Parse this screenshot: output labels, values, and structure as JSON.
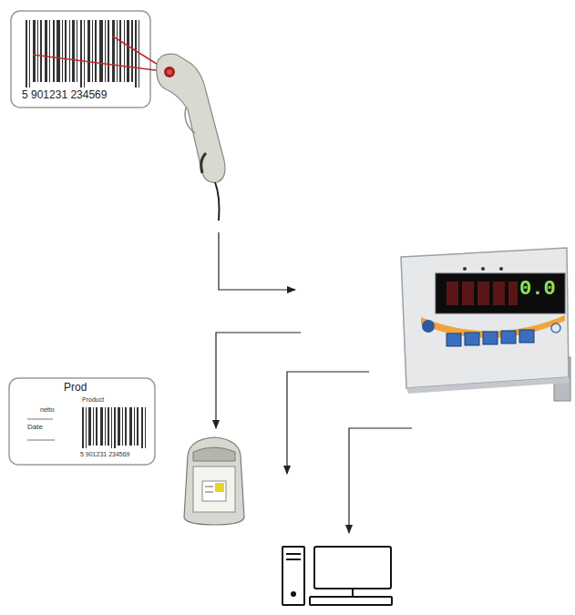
{
  "diagram": {
    "nodes": [
      {
        "text": [
          "5 901231 234569"
        ]
      },
      {
        "text": [
          "Prod",
          "Product",
          "netto",
          "Date",
          "5 901231 234569"
        ]
      },
      {
        "text": [
          "0.0"
        ]
      }
    ]
  }
}
